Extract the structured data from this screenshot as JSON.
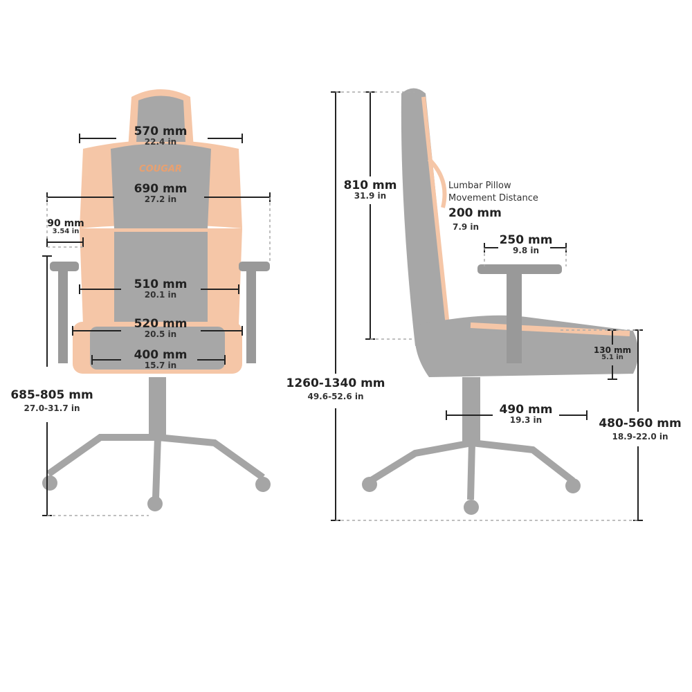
{
  "colors": {
    "chair_dark": "#8a8a8a",
    "chair_accent": "#f2b48a",
    "dimension_line": "#222222"
  },
  "front_view": {
    "headrest_width": {
      "mm": "570 mm",
      "in": "22.4 in"
    },
    "logo_text": "COUGAR",
    "backrest_width": {
      "mm": "690 mm",
      "in": "27.2 in"
    },
    "armrest_adjust": {
      "mm": "90 mm",
      "in": "3.54 in"
    },
    "lumbar_width": {
      "mm": "510 mm",
      "in": "20.1 in"
    },
    "seat_width": {
      "mm": "520 mm",
      "in": "20.5 in"
    },
    "seat_inner_width": {
      "mm": "400 mm",
      "in": "15.7 in"
    },
    "armrest_height": {
      "mm": "685-805 mm",
      "in": "27.0-31.7 in"
    }
  },
  "side_view": {
    "backrest_height": {
      "mm": "810 mm",
      "in": "31.9 in"
    },
    "total_height": {
      "mm": "1260-1340 mm",
      "in": "49.6-52.6 in"
    },
    "lumbar_pillow": {
      "line1": "Lumbar Pillow",
      "line2": "Movement Distance",
      "mm": "200 mm",
      "in": "7.9 in"
    },
    "armrest_length": {
      "mm": "250 mm",
      "in": "9.8 in"
    },
    "seat_thickness": {
      "mm": "130 mm",
      "in": "5.1 in"
    },
    "seat_depth": {
      "mm": "490 mm",
      "in": "19.3 in"
    },
    "seat_height": {
      "mm": "480-560 mm",
      "in": "18.9-22.0 in"
    }
  }
}
